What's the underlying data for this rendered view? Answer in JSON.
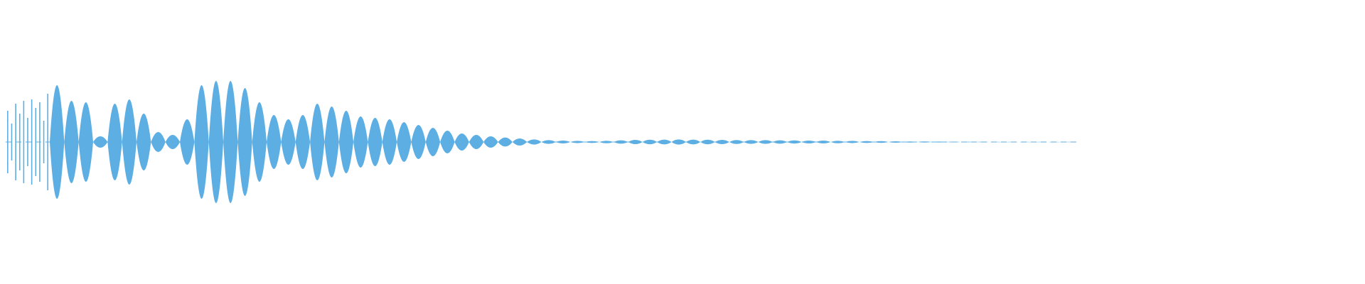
{
  "waveform": {
    "color": "#5daee3",
    "center_line_color": "#5daee3",
    "sample_fraction_drawn": 0.875,
    "segments": [
      {
        "type": "spikes",
        "amps": [
          0.22,
          0.13,
          0.27,
          0.2,
          0.29,
          0.17,
          0.3,
          0.24,
          0.28,
          0.15,
          0.34
        ]
      },
      {
        "type": "lobes",
        "amps": [
          0.4,
          0.29,
          0.28,
          0.04,
          0.27,
          0.3,
          0.2,
          0.07,
          0.05,
          0.16,
          0.4,
          0.43,
          0.43,
          0.38,
          0.28,
          0.19,
          0.16,
          0.19,
          0.27,
          0.25,
          0.22,
          0.18,
          0.17,
          0.16,
          0.14,
          0.12,
          0.1,
          0.08,
          0.06,
          0.05,
          0.04,
          0.032,
          0.025,
          0.018,
          0.013,
          0.01,
          0.008,
          0.007,
          0.009,
          0.012,
          0.015,
          0.016,
          0.017,
          0.018,
          0.017,
          0.016,
          0.015,
          0.014,
          0.013,
          0.013,
          0.012,
          0.011,
          0.01,
          0.01,
          0.009,
          0.008,
          0.007,
          0.006,
          0.005,
          0.004,
          0.0035,
          0.003,
          0.0025,
          0.002,
          0.0018,
          0.0015,
          0.0012,
          0.001,
          0.001,
          0.001,
          0.001
        ]
      }
    ]
  }
}
